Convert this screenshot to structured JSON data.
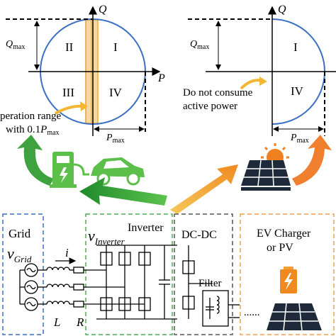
{
  "left_plot": {
    "q_axis": "Q",
    "p_axis": "P",
    "q_max_main": "Q",
    "q_max_sub": "max",
    "p_max_main": "P",
    "p_max_sub": "max",
    "quadrants": [
      "I",
      "II",
      "III",
      "IV"
    ],
    "operation_label_line1": "peration range",
    "operation_label_line2_main": "with 0.1",
    "operation_label_line2_p": "P",
    "operation_label_line2_sub": "max"
  },
  "right_plot": {
    "q_axis": "Q",
    "q_max_main": "Q",
    "q_max_sub": "max",
    "p_max_main": "P",
    "p_max_sub": "max",
    "quadrants": [
      "I",
      "IV"
    ],
    "note_line1": "Do not consume",
    "note_line2": "active power"
  },
  "circuit": {
    "grid_label": "Grid",
    "v_grid_main": "v",
    "v_grid_sub": "Grid",
    "current_label": "i",
    "inductor_label": "L",
    "resistor_label": "R",
    "v_inverter_main": "v",
    "v_inverter_sub": "Inverter",
    "inverter_label": "Inverter",
    "dcdc_label": "DC-DC",
    "filter_label": "Filter",
    "ev_label_line1": "EV Charger",
    "ev_label_line2": "or PV",
    "dots": "......"
  },
  "colors": {
    "circle": "#3a6fc4",
    "highlight": "#f2a93b",
    "green_arrow": "#2e9c33",
    "orange_arrow": "#f0a030",
    "grid_box": "#3a6fc4",
    "inverter_box": "#4caf50",
    "dcdc_box": "#555555",
    "ev_box": "#f0a050",
    "ev_icon": "#5cbf4a",
    "solar_panel": "#1e2a3a",
    "sun": "#f08020"
  },
  "icons": [
    "ev-charger-icon",
    "car-icon",
    "solar-panel-icon",
    "battery-icon"
  ]
}
